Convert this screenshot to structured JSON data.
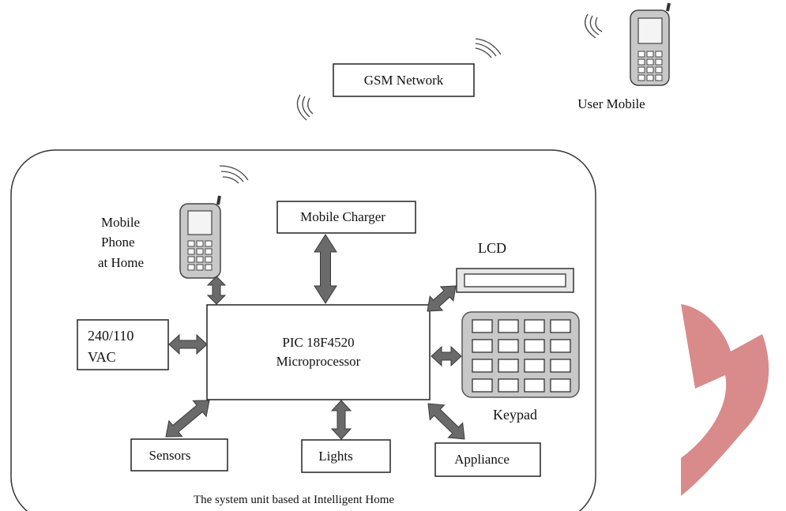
{
  "gsm_network": "GSM Network",
  "user_mobile": "User Mobile",
  "mobile_home": [
    "Mobile",
    "Phone",
    "at Home"
  ],
  "mobile_charger": "Mobile Charger",
  "lcd": "LCD",
  "vac": [
    "240/110",
    "VAC"
  ],
  "processor": [
    "PIC 18F4520",
    "Microprocessor"
  ],
  "keypad": "Keypad",
  "sensors": "Sensors",
  "lights": "Lights",
  "appliance": "Appliance",
  "caption": "The system unit based at Intelligent Home",
  "colors": {
    "watermark": "#d98a8a",
    "arrow": "#6a6a6a",
    "device": "#c8c8c8"
  }
}
